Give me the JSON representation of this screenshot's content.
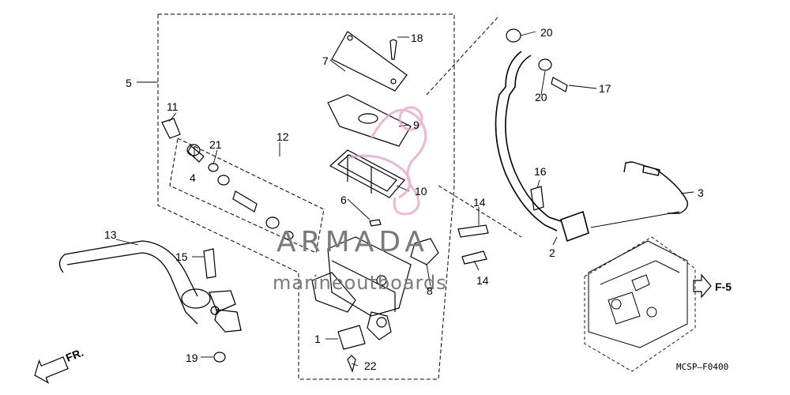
{
  "diagram": {
    "callouts": {
      "c1": "1",
      "c2": "2",
      "c3": "3",
      "c4": "4",
      "c5": "5",
      "c6": "6",
      "c7": "7",
      "c8": "8",
      "c9": "9",
      "c10": "10",
      "c11": "11",
      "c12": "12",
      "c13": "13",
      "c14a": "14",
      "c14b": "14",
      "c15": "15",
      "c16": "16",
      "c17": "17",
      "c18": "18",
      "c19": "19",
      "c20a": "20",
      "c20b": "20",
      "c21": "21",
      "c22": "22"
    },
    "ref_arrow": "F-5",
    "front_arrow": "FR.",
    "figure_code": "MCSP—F0400"
  },
  "watermark": {
    "brand": "ARMADA",
    "tagline": "marineoutboards",
    "logo_color": "#e8a0c0"
  }
}
